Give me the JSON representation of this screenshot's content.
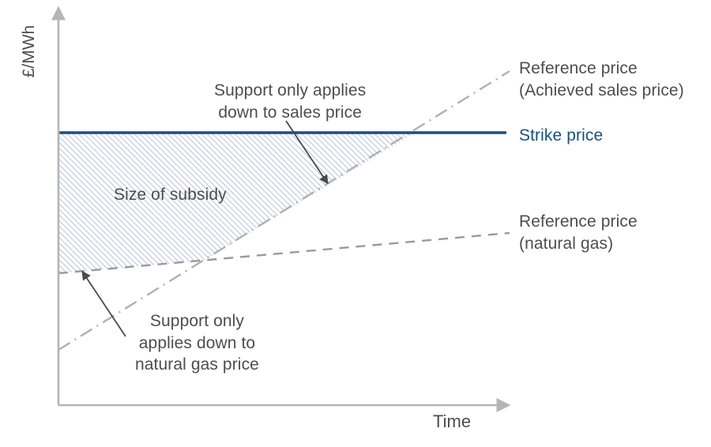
{
  "chart_data": {
    "type": "line",
    "title": "",
    "xlabel": "Time",
    "ylabel": "£/MWh",
    "xlim": [
      0,
      100
    ],
    "ylim": [
      0,
      100
    ],
    "grid": false,
    "legend_position": "right",
    "series": [
      {
        "name": "Strike price",
        "style": "solid",
        "color": "#17507e",
        "x": [
          0,
          100
        ],
        "y": [
          68,
          68
        ]
      },
      {
        "name": "Reference price (Achieved sales price)",
        "style": "dash-dot",
        "color": "#b3b3b3",
        "x": [
          0,
          100
        ],
        "y": [
          14,
          84
        ]
      },
      {
        "name": "Reference price (natural gas)",
        "style": "dashed",
        "color": "#9a9a9a",
        "x": [
          0,
          100
        ],
        "y": [
          33,
          43
        ]
      }
    ],
    "shaded_region": {
      "label": "Size of subsidy",
      "fill": "hatched",
      "hatch_color": "#b9c4da",
      "upper_bound": "Strike price",
      "lower_bound": "max(Reference price natural gas, Reference price achieved sales price)"
    },
    "annotations": [
      {
        "text": "Support only applies\ndown to sales price",
        "points_to": "Reference price (Achieved sales price)"
      },
      {
        "text": "Support only\napplies down to\nnatural gas price",
        "points_to": "Reference price (natural gas)"
      }
    ]
  },
  "axes": {
    "y_label": "£/MWh",
    "x_label": "Time"
  },
  "labels": {
    "strike_price": "Strike price",
    "reference_sales_line1": "Reference price",
    "reference_sales_line2": "(Achieved sales price)",
    "reference_gas_line1": "Reference price",
    "reference_gas_line2": "(natural gas)",
    "size_of_subsidy": "Size of subsidy"
  },
  "annotations": {
    "sales_line1": "Support only applies",
    "sales_line2": "down to sales price",
    "gas_line1": "Support only",
    "gas_line2": "applies down to",
    "gas_line3": "natural gas price"
  },
  "colors": {
    "strike_price": "#17507e",
    "reference_lines": "#b0b0b0",
    "axis": "#b5b5b5",
    "text": "#4d4d4f",
    "hatch": "#b9c4da",
    "arrow": "#4a4a4a"
  }
}
